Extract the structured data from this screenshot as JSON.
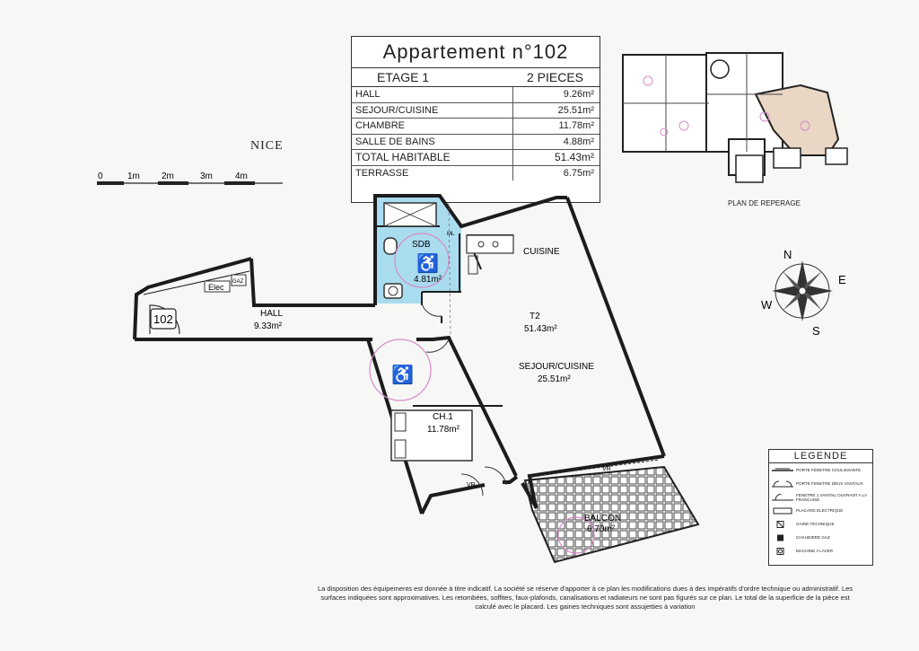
{
  "title_block": {
    "title": "Appartement  n°102",
    "floor": "ETAGE 1",
    "rooms_count": "2 PIECES",
    "rows": [
      {
        "label": "HALL",
        "value": "9.26m²"
      },
      {
        "label": "SEJOUR/CUISINE",
        "value": "25.51m²"
      },
      {
        "label": "CHAMBRE",
        "value": "11.78m²"
      },
      {
        "label": "SALLE DE BAINS",
        "value": "4.88m²"
      },
      {
        "label": "TOTAL  HABITABLE",
        "value": "51.43m²"
      },
      {
        "label": "TERRASSE",
        "value": "6.75m²"
      }
    ]
  },
  "city": "NICE",
  "scale": {
    "ticks": [
      "0",
      "1m",
      "2m",
      "3m",
      "4m"
    ]
  },
  "plan_ref_label": "PLAN DE REPERAGE",
  "compass": {
    "n": "N",
    "e": "E",
    "s": "S",
    "w": "W"
  },
  "rooms": {
    "sdb": {
      "name": "SDB",
      "area": "4.81m²"
    },
    "hall": {
      "name": "HALL",
      "area": "9.33m²"
    },
    "cuisine": {
      "name": "CUISINE"
    },
    "t2": {
      "name": "T2",
      "area": "51.43m²"
    },
    "sejour": {
      "name": "SEJOUR/CUISINE",
      "area": "25.51m²"
    },
    "chambre": {
      "name": "CH.1",
      "area": "11.78m²"
    },
    "balcon": {
      "name": "BALCON",
      "area": "6.70m²"
    }
  },
  "labels": {
    "apt_number": "102",
    "elec": "Elec",
    "gaz": "GAZ",
    "vr": "VR",
    "ml": "ML"
  },
  "legend": {
    "title": "LEGENDE",
    "items": [
      "PORTE FENETRE COULISSANTE",
      "PORTE FENETRE DEUX VANTAUX",
      "FENETRE 1 VANTAIL OUVRANT A LA FRANCAISE",
      "PLACARD ELECTRIQUE",
      "GAINE TECHNIQUE",
      "CHAUDIERE GAZ",
      "MACHINE A LAVER"
    ]
  },
  "disclaimer": "La disposition des équipements est donnée à titre indicatif. La société se réserve d'apporter à ce plan les modifications dues à des impératifs d'ordre technique ou administratif. Les surfaces indiquées sont approximatives. Les retombées, soffites, faux-plafonds, canalisations et radiateurs ne sont pas figurés sur ce plan. Le total de la superficie de la pièce est calculé avec le placard. Les gaines techniques sont assujetties à variation",
  "colors": {
    "bathroom": "#a9dcef",
    "accessibility": "#d58bc7",
    "wall": "#1c1c1c",
    "key_plan_highlight": "#e9d6c4"
  }
}
